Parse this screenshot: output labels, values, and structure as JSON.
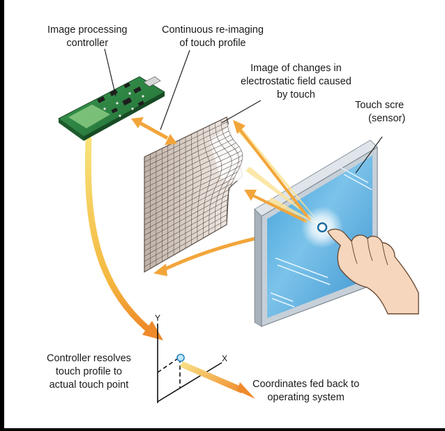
{
  "labels": {
    "controller": [
      "Image processing",
      "controller"
    ],
    "reimaging": [
      "Continuous re-imaging",
      "of touch profile"
    ],
    "image_changes": [
      "Image of changes in",
      "electrostatic field caused",
      "by touch"
    ],
    "touch_screen": [
      "Touch scre",
      "(sensor)"
    ],
    "resolves": [
      "Controller resolves",
      "touch profile to",
      "actual touch point"
    ],
    "coordinates": [
      "Coordinates fed back to",
      "operating system"
    ]
  },
  "axes": {
    "x": "X",
    "y": "Y"
  },
  "colors": {
    "arrow": "#f2a53a",
    "arrow_light": "#fbd98e",
    "yellow_line": "#f6dc49",
    "screen_blue": "#44a7dc",
    "screen_frame": "#b9c3cc",
    "pcb_green": "#2f8a45",
    "mesh": "#cfc3ba",
    "skin": "#f6d7bd"
  }
}
